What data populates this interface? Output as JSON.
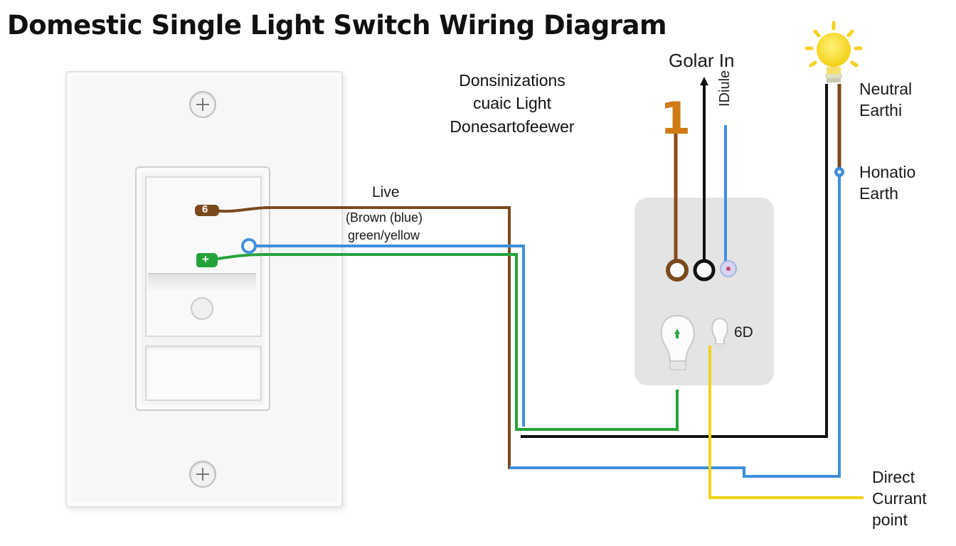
{
  "title": "Domestic Single Light Switch Wiring Diagram",
  "annotations": {
    "center_block": [
      "Donsinizations",
      "cuaic Light",
      "Donesartofeewer"
    ],
    "live": "Live",
    "brown_blue": "(Brown (blue)",
    "green_yellow": "green/yellow",
    "golar_in": "Golar In",
    "number_one": "1",
    "vertical_label": "IDiule",
    "neutral_earth": [
      "Neutral",
      "Earthi"
    ],
    "honatio_earth": [
      "Honatio",
      "Earth"
    ],
    "direct_current": [
      "Direct",
      "Currant",
      "point"
    ],
    "sixd": "6D"
  },
  "terminals": {
    "brown": "6",
    "green": "+"
  },
  "colors": {
    "brown": "#7a4a1e",
    "blue": "#3f8fdc",
    "green": "#24a33a",
    "black": "#111111",
    "yellow": "#f2d21b",
    "orange": "#cf7a14",
    "bulb": "#f8d520"
  },
  "icons": [
    "screw-icon",
    "light-bulb-icon",
    "sun-bulb-icon",
    "led-bulb-icon",
    "arrow-up-icon"
  ]
}
